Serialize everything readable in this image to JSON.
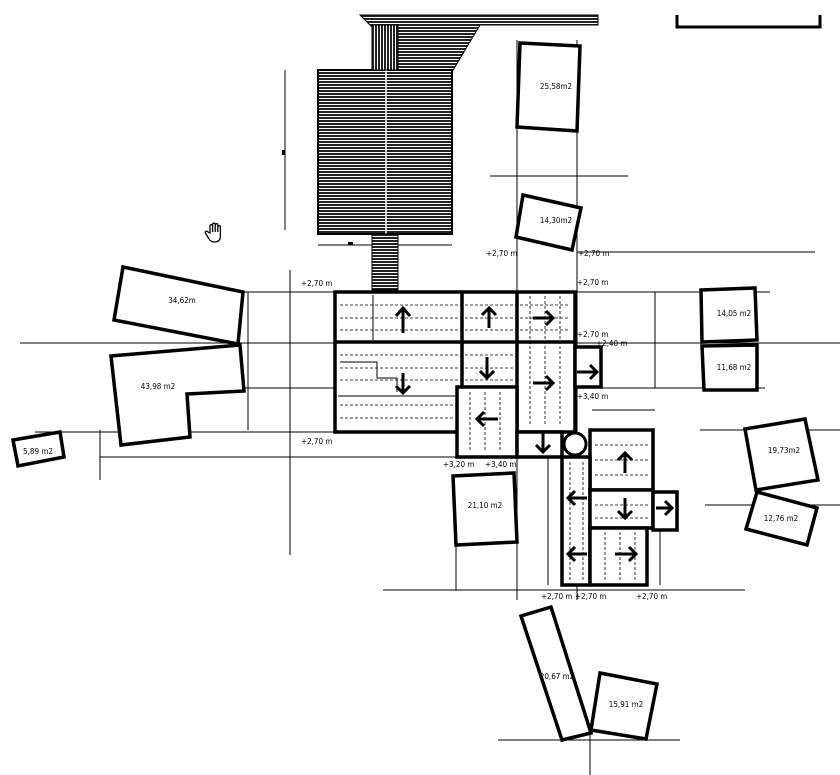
{
  "drawing": {
    "rooms": [
      {
        "label": "25,58m2"
      },
      {
        "label": "14,30m2"
      },
      {
        "label": "34,62m"
      },
      {
        "label": "43,98 m2"
      },
      {
        "label": "5,89 m2"
      },
      {
        "label": "14,05 m2"
      },
      {
        "label": "11,68 m2"
      },
      {
        "label": "19,73m2"
      },
      {
        "label": "12,76 m2"
      },
      {
        "label": "21,10 m2"
      },
      {
        "label": "20,67 m2"
      },
      {
        "label": "15,91 m2"
      }
    ],
    "levels": [
      "+2,70 m",
      "+2,70 m",
      "+2,70 m",
      "+2,70 m",
      "+2,70 m",
      "+2,40 m",
      "+3,40 m",
      "+2,70 m",
      "+3,20 m",
      "+3,40 m",
      "+2,70 m",
      "+2,70 m",
      "+2,70 m"
    ],
    "cursor": "hand-pan-icon"
  }
}
